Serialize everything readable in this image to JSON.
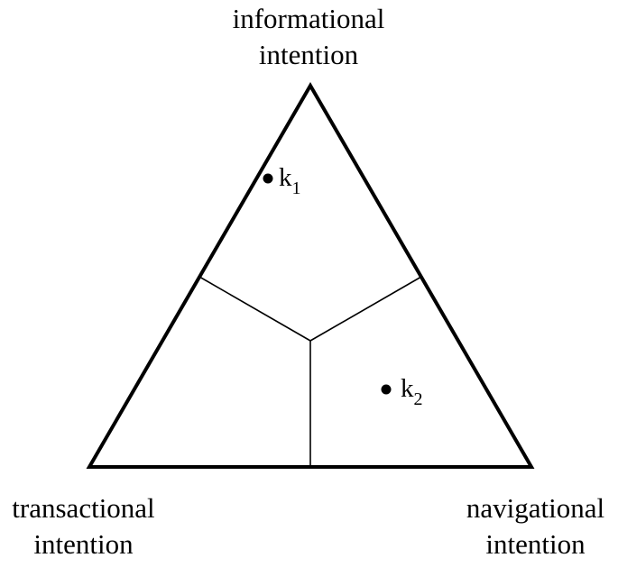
{
  "vertices": {
    "top": {
      "line1": "informational",
      "line2": "intention"
    },
    "left": {
      "line1": "transactional",
      "line2": "intention"
    },
    "right": {
      "line1": "navigational",
      "line2": "intention"
    }
  },
  "points": [
    {
      "letter": "k",
      "subscript": "1"
    },
    {
      "letter": "k",
      "subscript": "2"
    }
  ],
  "colors": {
    "stroke": "#000000",
    "background": "#ffffff"
  }
}
